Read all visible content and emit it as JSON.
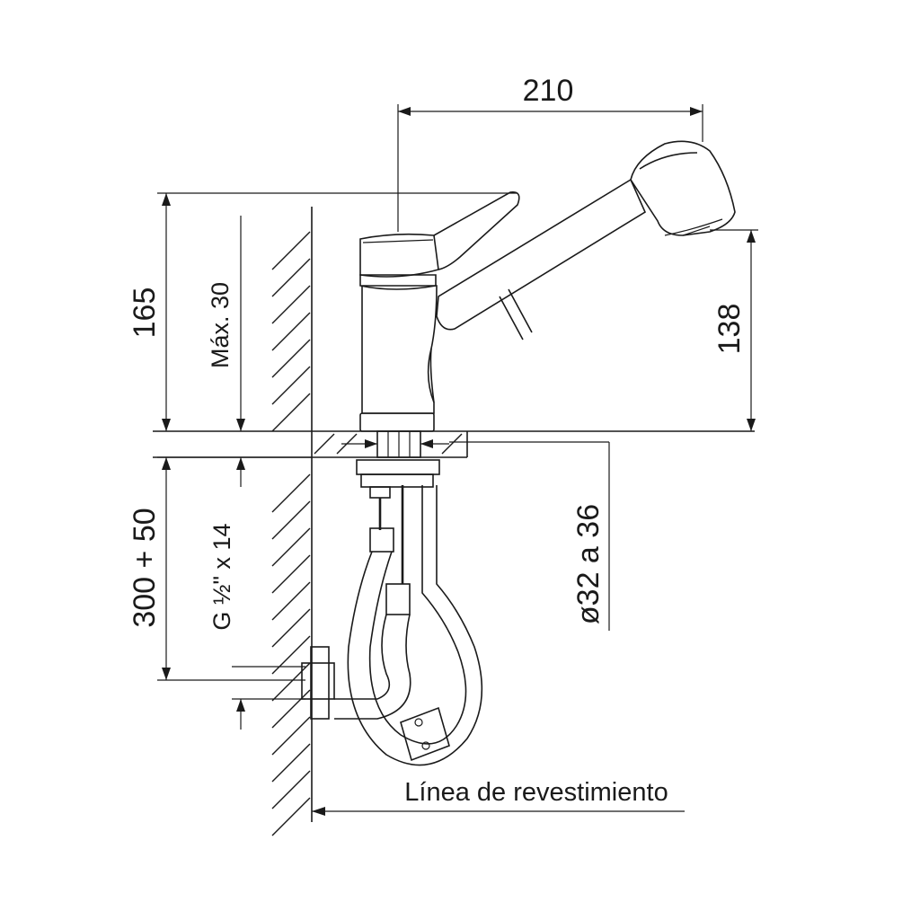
{
  "dimensions": {
    "width": "210",
    "height_total": "165",
    "max_deck": "Máx. 30",
    "spout_height": "138",
    "supply_length": "300 + 50",
    "thread": "G ½\" x 14",
    "hole_diameter": "ø32 a 36"
  },
  "labels": {
    "wall_line": "Línea de revestimiento"
  },
  "colors": {
    "line": "#1a1a1a",
    "background": "#ffffff"
  }
}
